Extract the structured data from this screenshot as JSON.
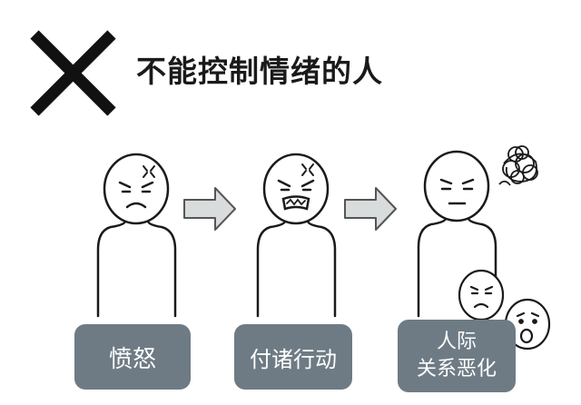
{
  "title": "不能控制情绪的人",
  "icons": {
    "cross": "cross-mark-icon",
    "arrow": "right-arrow-icon",
    "tangle": "scribble-tangle-icon",
    "angry_mark": "anger-vein-icon"
  },
  "colors": {
    "box_fill": "#6e7b84",
    "arrow_fill": "#d9dcdc",
    "ink": "#1a1a1a"
  },
  "steps": [
    {
      "label": "愤怒"
    },
    {
      "label": "付诸行动"
    },
    {
      "label_line1": "人际",
      "label_line2": "关系恶化"
    }
  ]
}
